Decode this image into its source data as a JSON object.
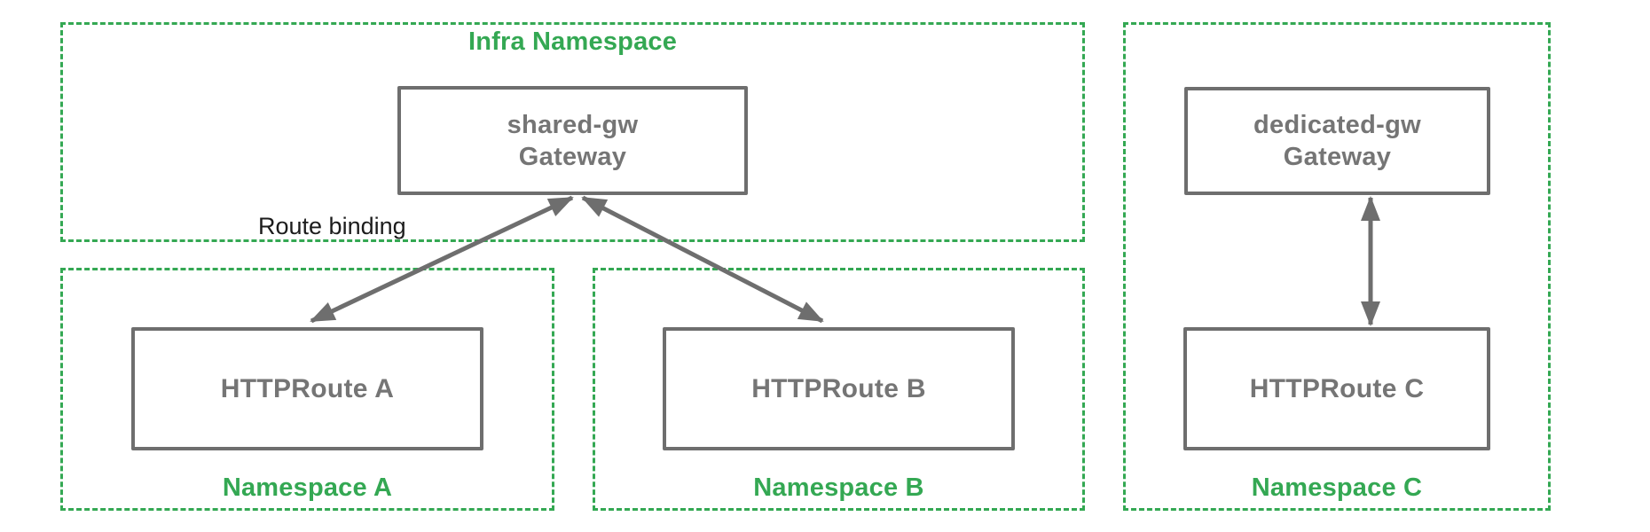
{
  "colors": {
    "namespace_green": "#34a853",
    "node_gray": "#6e6e6e",
    "node_text_gray": "#757575",
    "annotation_black": "#1c1c1c",
    "background": "#ffffff"
  },
  "infra_namespace": {
    "label": "Infra Namespace",
    "gateway": {
      "name": "shared-gw",
      "kind": "Gateway"
    }
  },
  "namespace_a": {
    "label": "Namespace A",
    "route": "HTTPRoute A"
  },
  "namespace_b": {
    "label": "Namespace B",
    "route": "HTTPRoute B"
  },
  "namespace_c": {
    "label": "Namespace C",
    "gateway": {
      "name": "dedicated-gw",
      "kind": "Gateway"
    },
    "route": "HTTPRoute C"
  },
  "annotations": {
    "route_binding": "Route binding"
  },
  "connections": [
    {
      "from": "HTTPRoute A",
      "to": "shared-gw Gateway",
      "style": "double-headed-arrow",
      "meaning": "Route binding"
    },
    {
      "from": "HTTPRoute B",
      "to": "shared-gw Gateway",
      "style": "double-headed-arrow",
      "meaning": "Route binding"
    },
    {
      "from": "HTTPRoute C",
      "to": "dedicated-gw Gateway",
      "style": "double-headed-arrow",
      "meaning": "Route binding"
    }
  ]
}
